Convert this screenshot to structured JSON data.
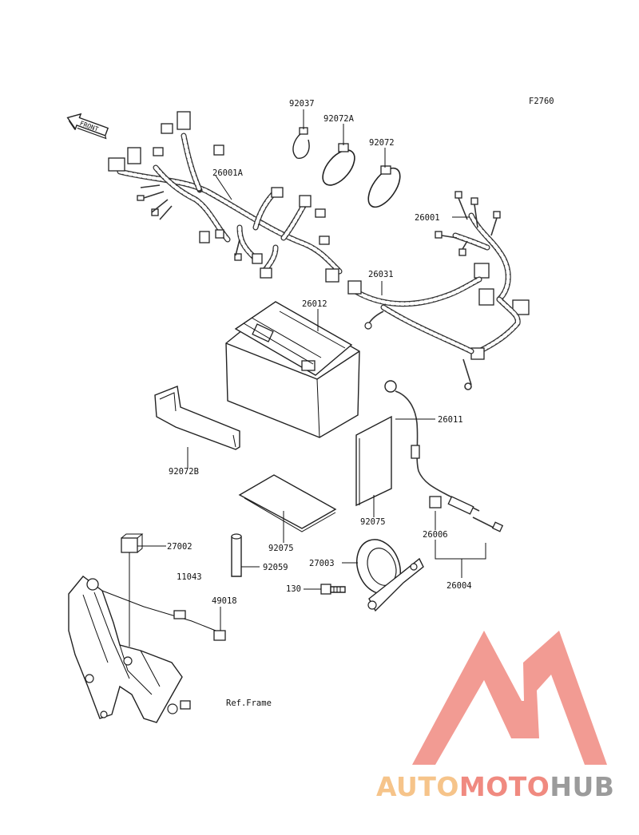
{
  "figure_code": "F2760",
  "front_arrow_label": "FRONT",
  "parts": [
    {
      "id": "p-92037",
      "number": "92037"
    },
    {
      "id": "p-92072A",
      "number": "92072A"
    },
    {
      "id": "p-92072",
      "number": "92072"
    },
    {
      "id": "p-26001A",
      "number": "26001A"
    },
    {
      "id": "p-26001",
      "number": "26001"
    },
    {
      "id": "p-26031",
      "number": "26031"
    },
    {
      "id": "p-26012",
      "number": "26012"
    },
    {
      "id": "p-26011",
      "number": "26011"
    },
    {
      "id": "p-92072B",
      "number": "92072B"
    },
    {
      "id": "p-92075-a",
      "number": "92075"
    },
    {
      "id": "p-92075-b",
      "number": "92075"
    },
    {
      "id": "p-26006",
      "number": "26006"
    },
    {
      "id": "p-26004",
      "number": "26004"
    },
    {
      "id": "p-27002",
      "number": "27002"
    },
    {
      "id": "p-92059",
      "number": "92059"
    },
    {
      "id": "p-27003",
      "number": "27003"
    },
    {
      "id": "p-11043",
      "number": "11043"
    },
    {
      "id": "p-130",
      "number": "130"
    },
    {
      "id": "p-49018",
      "number": "49018"
    }
  ],
  "ref_note": "Ref.Frame",
  "watermark": {
    "word_part1": "AUTO",
    "word_part2": "MOTO",
    "word_part3": "HUB",
    "color_orange": "#f6c48a",
    "color_red": "#f08a80",
    "color_gray": "#9b9b9b"
  }
}
